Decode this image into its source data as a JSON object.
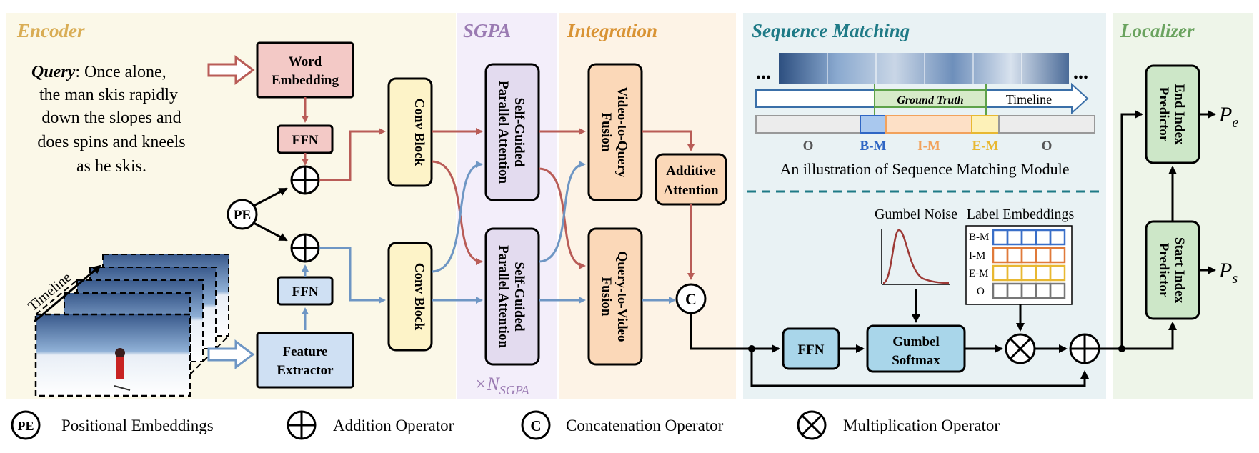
{
  "colors": {
    "encoder_bg": "#fbf8e8",
    "sgpa_bg": "#f3eefa",
    "integration_bg": "#fdf3e6",
    "matching_bg": "#e9f2f4",
    "localizer_bg": "#eef5e9",
    "query_arrow": "#b95c57",
    "video_arrow": "#6e96c4",
    "encoder_title": "#d9ad55",
    "sgpa_title": "#9a7ab2",
    "integration_title": "#d99334",
    "matching_title": "#1e7a86",
    "localizer_title": "#6aa35f"
  },
  "sections": {
    "encoder": "Encoder",
    "sgpa": "SGPA",
    "integration": "Integration",
    "matching": "Sequence Matching",
    "localizer": "Localizer"
  },
  "query": {
    "label": "Query",
    "line1": ": Once alone,",
    "line2": "the man skis rapidly",
    "line3": "down the slopes and",
    "line4": "does spins and kneels",
    "line5": "as he skis."
  },
  "timeline_label": "Timeline",
  "blocks": {
    "word_embedding_1": "Word",
    "word_embedding_2": "Embedding",
    "ffn_top": "FFN",
    "ffn_bottom": "FFN",
    "pe": "PE",
    "feature_extractor_1": "Feature",
    "feature_extractor_2": "Extractor",
    "conv_block_top": "Conv Block",
    "conv_block_bottom": "Conv Block",
    "sgpa_top_1": "Self-Guided",
    "sgpa_top_2": "Parallel Attention",
    "sgpa_bottom_1": "Self-Guided",
    "sgpa_bottom_2": "Parallel Attention",
    "nsgpa_prefix": "×N",
    "nsgpa_sub": "SGPA",
    "v2q_1": "Video-to-Query",
    "v2q_2": "Fusion",
    "q2v_1": "Query-to-Video",
    "q2v_2": "Fusion",
    "additive_1": "Additive",
    "additive_2": "Attention",
    "concat": "C",
    "ffn_match": "FFN",
    "gumbel_1": "Gumbel",
    "gumbel_2": "Softmax",
    "end_index_1": "End Index",
    "end_index_2": "Predictor",
    "start_index_1": "Start Index",
    "start_index_2": "Predictor",
    "pe_out": "P",
    "pe_sub": "e",
    "ps_out": "P",
    "ps_sub": "s"
  },
  "matching_illustration": {
    "dots_left": "...",
    "dots_right": "...",
    "ground_truth": "Ground Truth",
    "timeline": "Timeline",
    "tags": [
      "O",
      "B-M",
      "I-M",
      "E-M",
      "O"
    ],
    "caption": "An illustration of Sequence Matching Module",
    "gumbel_noise": "Gumbel Noise",
    "label_embeddings": "Label Embeddings",
    "label_rows": [
      "B-M",
      "I-M",
      "E-M",
      "O"
    ]
  },
  "legend": {
    "pe_symbol": "PE",
    "pe_text": "Positional Embeddings",
    "add_text": "Addition Operator",
    "concat_symbol": "C",
    "concat_text": "Concatenation Operator",
    "mult_text": "Multiplication Operator"
  }
}
